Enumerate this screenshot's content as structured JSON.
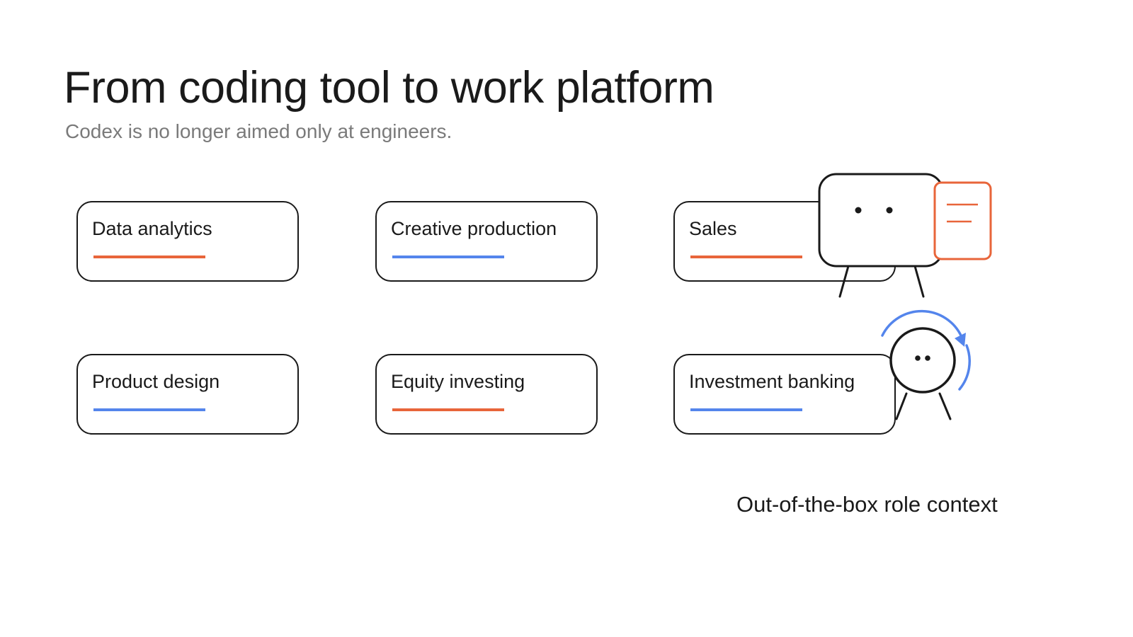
{
  "header": {
    "title": "From coding tool to work platform",
    "subtitle": "Codex is no longer aimed only at engineers."
  },
  "roles": [
    {
      "label": "Data analytics",
      "accent": "orange"
    },
    {
      "label": "Creative production",
      "accent": "blue"
    },
    {
      "label": "Sales",
      "accent": "orange"
    },
    {
      "label": "Product design",
      "accent": "blue"
    },
    {
      "label": "Equity investing",
      "accent": "orange"
    },
    {
      "label": "Investment banking",
      "accent": "blue"
    }
  ],
  "caption": "Out-of-the-box role context",
  "colors": {
    "orange": "#e8653a",
    "blue": "#5485ec",
    "ink": "#1a1a1a",
    "muted": "#7a7a7a"
  },
  "icons": {
    "robot": "robot-icon",
    "document": "document-icon",
    "agent": "agent-icon",
    "cycle": "cycle-arrow-icon"
  }
}
